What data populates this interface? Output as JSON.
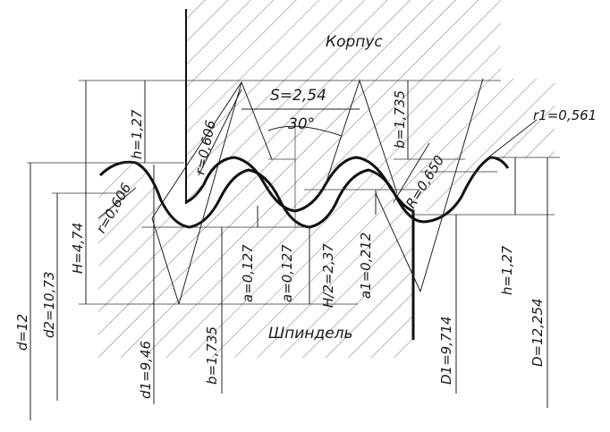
{
  "labels": {
    "body": "Корпус",
    "spindle": "Шпиндель",
    "pitch": "S=2,54",
    "angle": "30°",
    "r_left": "r=0,606",
    "r_top": "r=0,606",
    "r1": "r1=0,561",
    "R": "R=0,650",
    "h_top": "h=1,27",
    "h_right": "h=1,27",
    "b_top": "b=1,735",
    "b_bottom": "b=1,735",
    "H": "H=4,74",
    "H_half": "H/2=2,37",
    "a_1": "a=0,127",
    "a_2": "a=0,127",
    "a1": "a1=0,212",
    "d": "d=12",
    "d2": "d2=10,73",
    "d1": "d1=9,46",
    "D1": "D1=9,714",
    "D": "D=12,254"
  }
}
